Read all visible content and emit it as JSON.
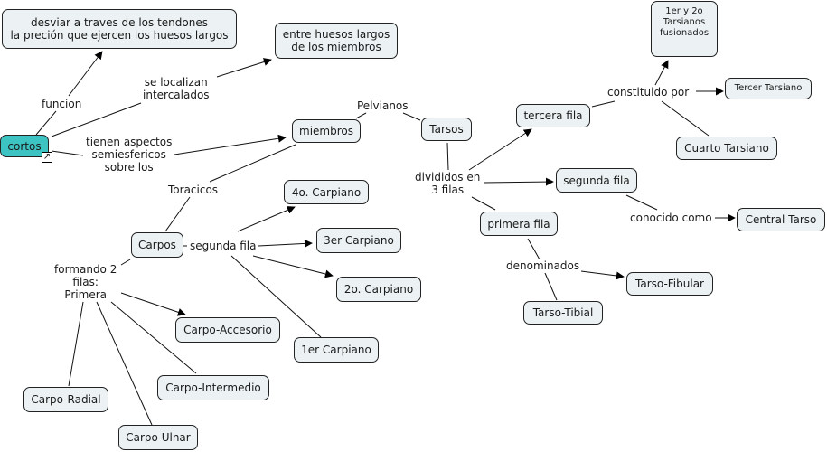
{
  "concept_map": {
    "root": {
      "id": "cortos",
      "label": "cortos",
      "color": "#3ec3c3",
      "has_link_icon": true
    },
    "nodes": [
      {
        "id": "funcion_target",
        "label": "desviar a traves de los tendones\nla preción que ejercen los huesos largos"
      },
      {
        "id": "entre_huesos",
        "label": "entre huesos largos\nde los miembros"
      },
      {
        "id": "miembros",
        "label": "miembros"
      },
      {
        "id": "tarsos",
        "label": "Tarsos"
      },
      {
        "id": "carpos",
        "label": "Carpos"
      },
      {
        "id": "carpiano4",
        "label": "4o. Carpiano"
      },
      {
        "id": "carpiano3",
        "label": "3er Carpiano"
      },
      {
        "id": "carpiano2",
        "label": "2o. Carpiano"
      },
      {
        "id": "carpiano1",
        "label": "1er Carpiano"
      },
      {
        "id": "carpo_accesorio",
        "label": "Carpo-Accesorio"
      },
      {
        "id": "carpo_intermedio",
        "label": "Carpo-Intermedio"
      },
      {
        "id": "carpo_radial",
        "label": "Carpo-Radial"
      },
      {
        "id": "carpo_ulnar",
        "label": "Carpo Ulnar"
      },
      {
        "id": "tercera_fila",
        "label": "tercera fila"
      },
      {
        "id": "segunda_fila",
        "label": "segunda fila"
      },
      {
        "id": "primera_fila",
        "label": "primera fila"
      },
      {
        "id": "tarsianos_fusionados",
        "label": "1er y 2o\nTarsianos\nfusionados"
      },
      {
        "id": "tercer_tarsiano",
        "label": "Tercer Tarsiano"
      },
      {
        "id": "cuarto_tarsiano",
        "label": "Cuarto Tarsiano"
      },
      {
        "id": "central_tarso",
        "label": "Central Tarso"
      },
      {
        "id": "tarso_fibular",
        "label": "Tarso-Fibular"
      },
      {
        "id": "tarso_tibial",
        "label": "Tarso-Tibial"
      }
    ],
    "link_phrases": [
      {
        "id": "funcion",
        "label": "funcion"
      },
      {
        "id": "se_localizan",
        "label": "se  localizan\nintercalados"
      },
      {
        "id": "tienen_aspectos",
        "label": "tienen aspectos\nsemiesfericos\nsobre los"
      },
      {
        "id": "pelvianos",
        "label": "Pelvianos"
      },
      {
        "id": "toracicos",
        "label": "Toracicos"
      },
      {
        "id": "segunda_fila_lp",
        "label": "segunda fila"
      },
      {
        "id": "formando",
        "label": "formando 2\nfilas:\nPrimera"
      },
      {
        "id": "divididos",
        "label": "divididos en\n3 filas"
      },
      {
        "id": "constituido",
        "label": "constituido por"
      },
      {
        "id": "conocido",
        "label": "conocido como"
      },
      {
        "id": "denominados",
        "label": "denominados"
      }
    ]
  }
}
